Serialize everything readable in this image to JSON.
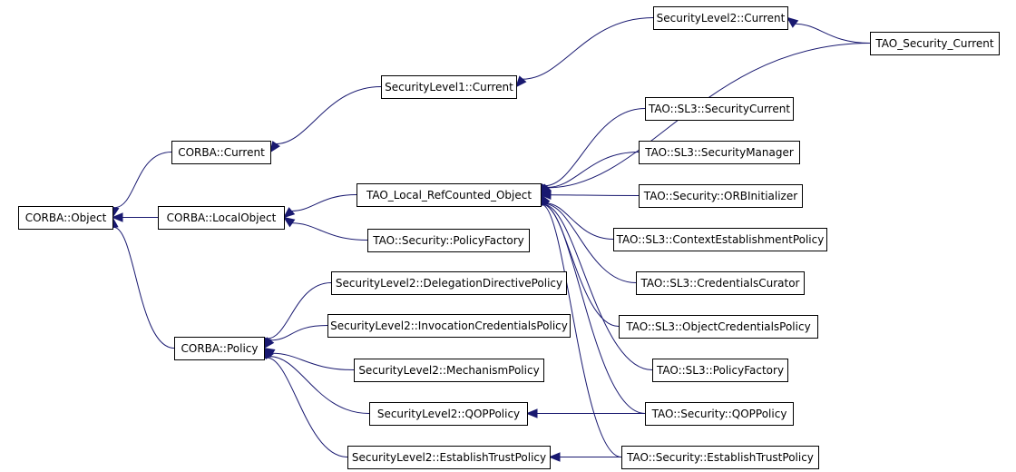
{
  "diagram": {
    "nodes": [
      {
        "id": "corba_object",
        "label": "CORBA::Object"
      },
      {
        "id": "corba_current",
        "label": "CORBA::Current"
      },
      {
        "id": "corba_localobject",
        "label": "CORBA::LocalObject"
      },
      {
        "id": "corba_policy",
        "label": "CORBA::Policy"
      },
      {
        "id": "sl1_current",
        "label": "SecurityLevel1::Current"
      },
      {
        "id": "sl2_current",
        "label": "SecurityLevel2::Current"
      },
      {
        "id": "tao_security_current",
        "label": "TAO_Security_Current"
      },
      {
        "id": "tao_local_refcounted_object",
        "label": "TAO_Local_RefCounted_Object"
      },
      {
        "id": "tao_security_policyfactory",
        "label": "TAO::Security::PolicyFactory"
      },
      {
        "id": "sl2_delegation",
        "label": "SecurityLevel2::DelegationDirectivePolicy"
      },
      {
        "id": "sl2_invocationcreds",
        "label": "SecurityLevel2::InvocationCredentialsPolicy"
      },
      {
        "id": "sl2_mechanism",
        "label": "SecurityLevel2::MechanismPolicy"
      },
      {
        "id": "sl2_qop",
        "label": "SecurityLevel2::QOPPolicy"
      },
      {
        "id": "sl2_establishtrust",
        "label": "SecurityLevel2::EstablishTrustPolicy"
      },
      {
        "id": "sl3_securitycurrent",
        "label": "TAO::SL3::SecurityCurrent"
      },
      {
        "id": "sl3_securitymanager",
        "label": "TAO::SL3::SecurityManager"
      },
      {
        "id": "tao_security_orbinit",
        "label": "TAO::Security::ORBInitializer"
      },
      {
        "id": "sl3_contextestablishment",
        "label": "TAO::SL3::ContextEstablishmentPolicy"
      },
      {
        "id": "sl3_credentialscurator",
        "label": "TAO::SL3::CredentialsCurator"
      },
      {
        "id": "sl3_objectcredentials",
        "label": "TAO::SL3::ObjectCredentialsPolicy"
      },
      {
        "id": "sl3_policyfactory",
        "label": "TAO::SL3::PolicyFactory"
      },
      {
        "id": "tao_security_qop",
        "label": "TAO::Security::QOPPolicy"
      },
      {
        "id": "tao_security_establishtrust",
        "label": "TAO::Security::EstablishTrustPolicy"
      }
    ],
    "edges": [
      {
        "from": "corba_current",
        "to": "corba_object"
      },
      {
        "from": "corba_localobject",
        "to": "corba_object"
      },
      {
        "from": "corba_policy",
        "to": "corba_object"
      },
      {
        "from": "sl1_current",
        "to": "corba_current"
      },
      {
        "from": "sl2_current",
        "to": "sl1_current"
      },
      {
        "from": "tao_security_current",
        "to": "sl2_current"
      },
      {
        "from": "tao_local_refcounted_object",
        "to": "corba_localobject"
      },
      {
        "from": "tao_security_policyfactory",
        "to": "corba_localobject"
      },
      {
        "from": "tao_security_current",
        "to": "tao_local_refcounted_object"
      },
      {
        "from": "sl3_securitycurrent",
        "to": "tao_local_refcounted_object"
      },
      {
        "from": "sl3_securitymanager",
        "to": "tao_local_refcounted_object"
      },
      {
        "from": "tao_security_orbinit",
        "to": "tao_local_refcounted_object"
      },
      {
        "from": "sl3_contextestablishment",
        "to": "tao_local_refcounted_object"
      },
      {
        "from": "sl3_credentialscurator",
        "to": "tao_local_refcounted_object"
      },
      {
        "from": "sl3_objectcredentials",
        "to": "tao_local_refcounted_object"
      },
      {
        "from": "sl3_policyfactory",
        "to": "tao_local_refcounted_object"
      },
      {
        "from": "tao_security_qop",
        "to": "tao_local_refcounted_object"
      },
      {
        "from": "tao_security_establishtrust",
        "to": "tao_local_refcounted_object"
      },
      {
        "from": "sl2_delegation",
        "to": "corba_policy"
      },
      {
        "from": "sl2_invocationcreds",
        "to": "corba_policy"
      },
      {
        "from": "sl2_mechanism",
        "to": "corba_policy"
      },
      {
        "from": "sl2_qop",
        "to": "corba_policy"
      },
      {
        "from": "sl2_establishtrust",
        "to": "corba_policy"
      },
      {
        "from": "tao_security_qop",
        "to": "sl2_qop"
      },
      {
        "from": "tao_security_establishtrust",
        "to": "sl2_establishtrust"
      }
    ],
    "colors": {
      "edge": "#191970",
      "node_border": "#000000",
      "node_fill": "#ffffff",
      "background": "#ffffff"
    }
  }
}
